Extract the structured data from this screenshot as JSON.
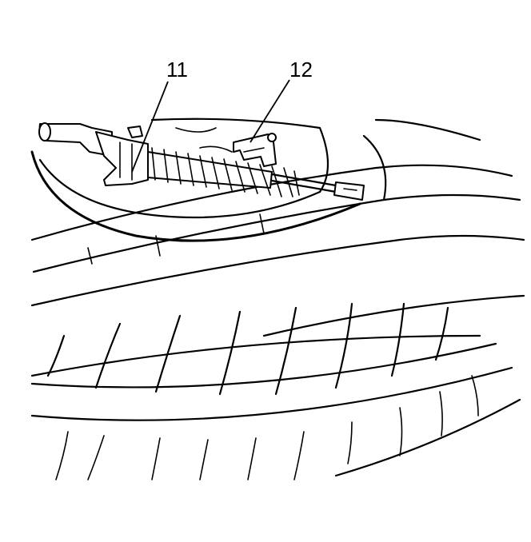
{
  "callouts": [
    {
      "id": "11",
      "label": "11"
    },
    {
      "id": "12",
      "label": "12"
    }
  ],
  "colors": {
    "ink": "#000000",
    "paper": "#ffffff"
  }
}
